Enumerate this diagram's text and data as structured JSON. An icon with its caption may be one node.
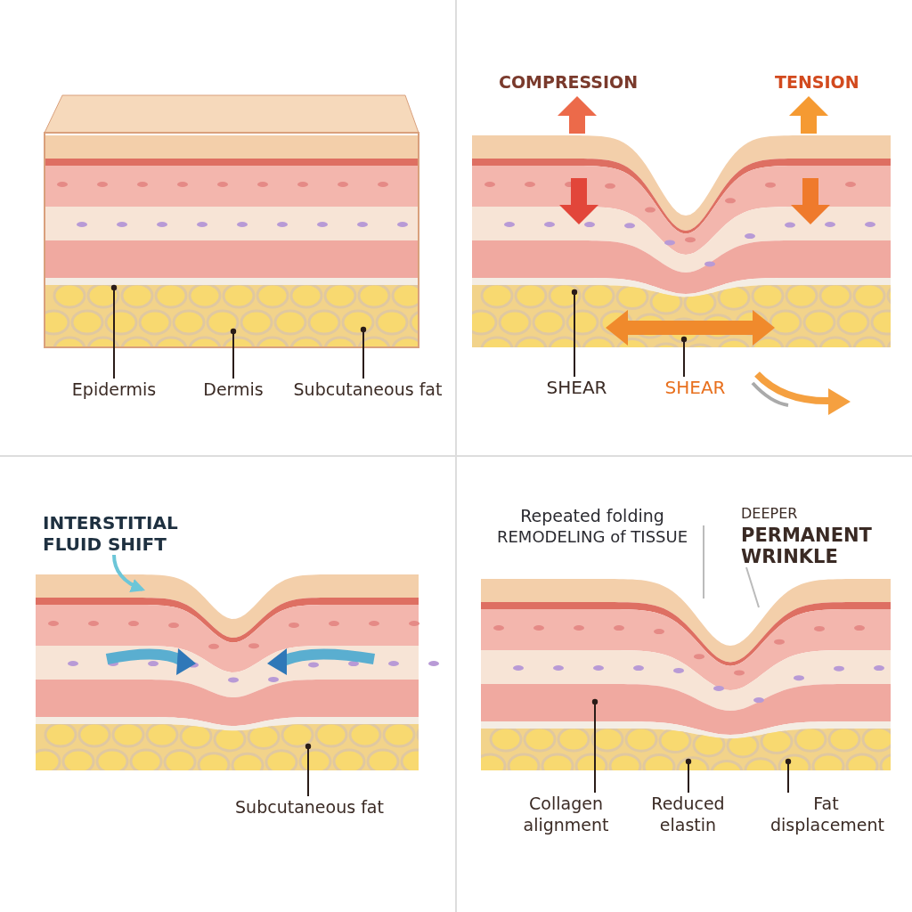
{
  "diagram": {
    "nodes": [
      {
        "text": [
          "Epidermis"
        ]
      },
      {
        "text": [
          "Dermis"
        ]
      },
      {
        "text": [
          "Subcutaneous fat"
        ]
      },
      {
        "text": [
          "SHEAR"
        ]
      },
      {
        "text": [
          "SHEAR"
        ]
      },
      {
        "text": [
          "INTERSTITIAL FLUID SHIFT"
        ]
      },
      {
        "text": [
          "Subcutaneous fat"
        ]
      },
      {
        "text": [
          "Repeated folding",
          "REMODELING of TISSUE"
        ]
      },
      {
        "text": [
          "DEEPER",
          "PERMANENT WRINKLE"
        ]
      },
      {
        "text": [
          "Collagen alignment"
        ]
      },
      {
        "text": [
          "Reduced elastin"
        ]
      },
      {
        "text": [
          "Fat displacement"
        ]
      }
    ],
    "edges": [
      {
        "from": 0,
        "to": null,
        "arrow": "other"
      },
      {
        "from": 1,
        "to": null,
        "arrow": "other"
      },
      {
        "from": 2,
        "to": null,
        "arrow": "other"
      },
      {
        "from": 3,
        "to": null,
        "arrow": "other"
      },
      {
        "from": 4,
        "to": null,
        "arrow": "other"
      },
      {
        "from": 5,
        "to": null,
        "arrow": "to",
        "style": "thick",
        "color": "#6cc6d8"
      },
      {
        "from": 6,
        "to": null,
        "arrow": "other"
      },
      {
        "from": 7,
        "to": null,
        "arrow": "none",
        "color": "#bbbbbb"
      },
      {
        "from": 8,
        "to": null,
        "arrow": "none",
        "color": "#bbbbbb"
      },
      {
        "from": 9,
        "to": null,
        "arrow": "other"
      },
      {
        "from": 10,
        "to": null,
        "arrow": "other"
      },
      {
        "from": 11,
        "to": null,
        "arrow": "other"
      }
    ],
    "labels": [
      "COMPRESSION",
      "TENSION"
    ]
  }
}
